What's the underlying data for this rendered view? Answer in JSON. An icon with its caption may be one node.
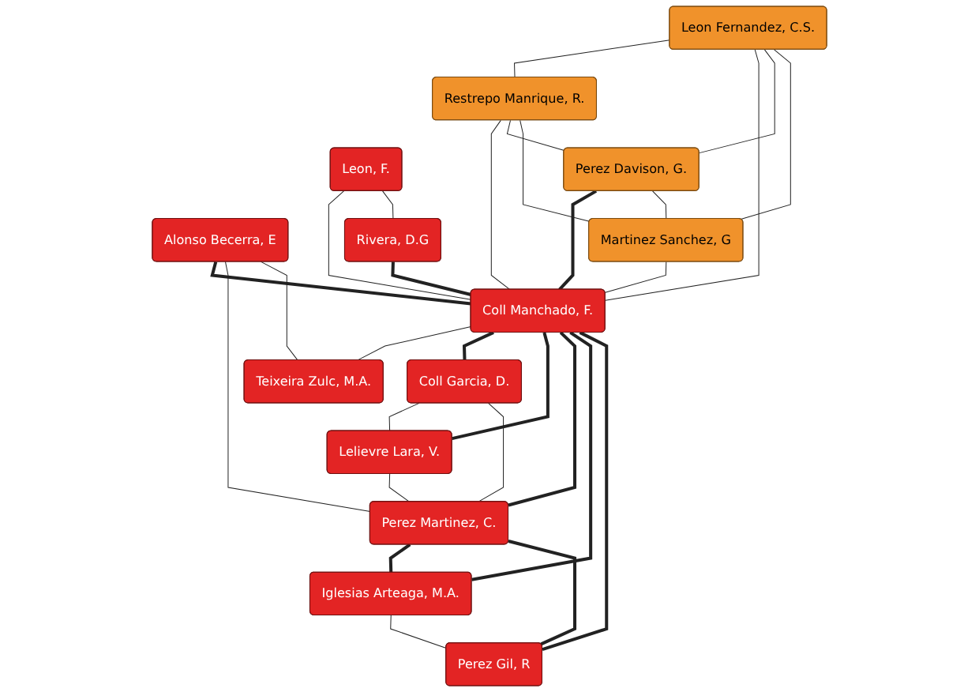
{
  "diagram": {
    "nodes": [
      {
        "text": [
          "Alonso Becerra, E"
        ]
      },
      {
        "text": [
          "Leon, F."
        ]
      },
      {
        "text": [
          "Leon Fernandez, C.S."
        ]
      },
      {
        "text": [
          "Rivera, D.G"
        ]
      },
      {
        "text": [
          "Restrepo Manrique, R."
        ]
      },
      {
        "text": [
          "Coll Manchado, F."
        ]
      },
      {
        "text": [
          "Perez Davison, G."
        ]
      },
      {
        "text": [
          "Coll Garcia, D."
        ]
      },
      {
        "text": [
          "Martinez Sanchez, G"
        ]
      },
      {
        "text": [
          "Lelievre Lara, V."
        ]
      },
      {
        "text": [
          "Perez Martinez, C."
        ]
      },
      {
        "text": [
          "Teixeira Zulc, M.A."
        ]
      },
      {
        "text": [
          "Iglesias Arteaga, M.A."
        ]
      },
      {
        "text": [
          "Perez Gil, R"
        ]
      }
    ],
    "edges": [
      {
        "from": 0,
        "to": 5,
        "arrow": "none",
        "style": "thick"
      },
      {
        "from": 0,
        "to": 10,
        "arrow": "none"
      },
      {
        "from": 0,
        "to": 11,
        "arrow": "none"
      },
      {
        "from": 1,
        "to": 5,
        "arrow": "none"
      },
      {
        "from": 1,
        "to": 3,
        "arrow": "none"
      },
      {
        "from": 3,
        "to": 5,
        "arrow": "none",
        "style": "thick"
      },
      {
        "from": 2,
        "to": 4,
        "arrow": "none"
      },
      {
        "from": 2,
        "to": 5,
        "arrow": "none"
      },
      {
        "from": 2,
        "to": 6,
        "arrow": "none"
      },
      {
        "from": 2,
        "to": 8,
        "arrow": "none"
      },
      {
        "from": 4,
        "to": 5,
        "arrow": "none"
      },
      {
        "from": 4,
        "to": 6,
        "arrow": "none"
      },
      {
        "from": 4,
        "to": 8,
        "arrow": "none"
      },
      {
        "from": 6,
        "to": 5,
        "arrow": "none",
        "style": "thick"
      },
      {
        "from": 6,
        "to": 8,
        "arrow": "none"
      },
      {
        "from": 8,
        "to": 5,
        "arrow": "none"
      },
      {
        "from": 5,
        "to": 11,
        "arrow": "none"
      },
      {
        "from": 5,
        "to": 7,
        "arrow": "none",
        "style": "thick"
      },
      {
        "from": 5,
        "to": 9,
        "arrow": "none",
        "style": "thick"
      },
      {
        "from": 5,
        "to": 10,
        "arrow": "none",
        "style": "thick"
      },
      {
        "from": 5,
        "to": 12,
        "arrow": "none",
        "style": "thick"
      },
      {
        "from": 5,
        "to": 13,
        "arrow": "none",
        "style": "thick"
      },
      {
        "from": 7,
        "to": 9,
        "arrow": "none"
      },
      {
        "from": 7,
        "to": 10,
        "arrow": "none"
      },
      {
        "from": 9,
        "to": 10,
        "arrow": "none"
      },
      {
        "from": 10,
        "to": 12,
        "arrow": "none",
        "style": "thick"
      },
      {
        "from": 10,
        "to": 13,
        "arrow": "none",
        "style": "thick"
      },
      {
        "from": 12,
        "to": 13,
        "arrow": "none"
      }
    ]
  }
}
